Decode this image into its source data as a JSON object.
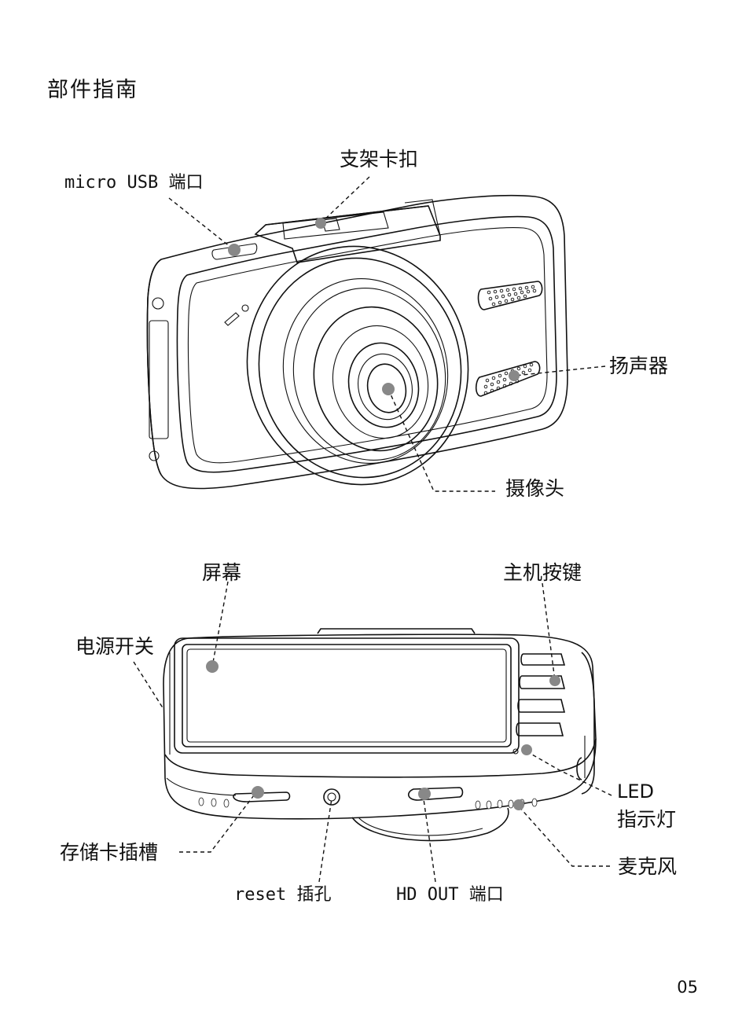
{
  "page": {
    "title": "部件指南",
    "page_number": "05"
  },
  "front_view": {
    "labels": {
      "micro_usb": "micro USB 端口",
      "mount_clip": "支架卡扣",
      "speaker": "扬声器",
      "camera": "摄像头"
    }
  },
  "rear_view": {
    "labels": {
      "screen": "屏幕",
      "main_buttons": "主机按键",
      "power_switch": "电源开关",
      "led_line1": "LED",
      "led_line2": "指示灯",
      "sd_slot": "存储卡插槽",
      "microphone": "麦克风",
      "reset": "reset 插孔",
      "hd_out": "HD OUT 端口"
    }
  },
  "colors": {
    "line": "#111111",
    "marker_dot": "#888888",
    "background": "#ffffff"
  }
}
